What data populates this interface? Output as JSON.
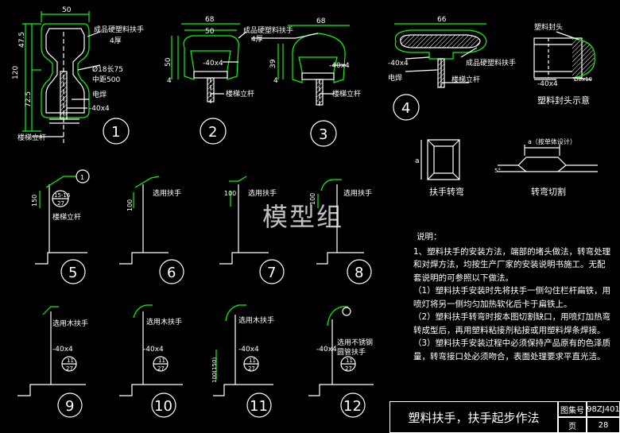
{
  "diagram": {
    "detail1": {
      "dims": [
        "50",
        "47.5",
        "120",
        "72.5"
      ],
      "labels": [
        "成品硬塑料扶手",
        "4厚",
        "Ø18长75",
        "中距500",
        "电焊",
        "-40x4",
        "楼梯立杆"
      ],
      "number": "1"
    },
    "detail2": {
      "dims": [
        "68",
        "50",
        "50",
        "4"
      ],
      "labels": [
        "-40x4",
        "楼梯立杆"
      ],
      "number": "2"
    },
    "detail3": {
      "dims": [
        "68",
        "39",
        "4"
      ],
      "labels": [
        "成品硬塑料扶手",
        "4厚",
        "-40x4",
        "楼梯立杆"
      ],
      "number": "3"
    },
    "detail4": {
      "dims": [
        "66"
      ],
      "labels": [
        "-40x4",
        "成品硬塑料扶手",
        "电焊",
        "楼梯立杆"
      ],
      "number": "4"
    },
    "endcap": {
      "labels": [
        "塑料封头",
        "-40x4",
        "Ø8x10"
      ],
      "caption": "塑料封头示意"
    },
    "bend": {
      "caption": "扶手转弯",
      "dim": "a"
    },
    "cut": {
      "caption": "转弯切割",
      "dim": "a（按单体设计）",
      "angle": "5°"
    },
    "detail5": {
      "labels": [
        "150",
        "15-16",
        "27",
        "楼梯立杆",
        "1"
      ],
      "number": "5"
    },
    "detail6": {
      "labels": [
        "选用扶手",
        "100"
      ],
      "number": "6"
    },
    "detail7": {
      "labels": [
        "100",
        "选用扶手"
      ],
      "number": "7"
    },
    "detail8": {
      "labels": [
        "100",
        "选用扶手"
      ],
      "number": "8"
    },
    "detail9": {
      "labels": [
        "选用木扶手",
        "-40x4",
        "11",
        "27"
      ],
      "number": "9"
    },
    "detail10": {
      "labels": [
        "选用木扶手",
        "-40x4",
        "11",
        "27"
      ],
      "number": "10"
    },
    "detail11": {
      "labels": [
        "选用木扶手",
        "-40x4",
        "11",
        "27",
        "100(150)"
      ],
      "number": "11"
    },
    "detail12": {
      "labels": [
        "选用不锈钢",
        "圆管扶手",
        "-40x4",
        "11",
        "27"
      ],
      "number": "12"
    }
  },
  "notes": {
    "title": "说明：",
    "lines": [
      "1、塑料扶手的安装方法，端部的堵头做法，转弯处理和对焊方法，均按生产厂家的安装说明书施工。无配套说明的可参照以下做法。",
      "（1）塑料扶手安装时先将扶手一侧勾住栏杆扁铁，用喷灯将另一侧均匀加热软化后卡于扁铁上。",
      "（2）塑料扶手转弯时按本图切割缺口，用喷灯加热弯转成型后，再用塑料粘接剂粘接或用塑料焊条焊接。",
      "（3）塑料扶手安装过程中必须保持产品原有的色泽质量，转弯接口处必须吻合，表面处理要求平直光洁。"
    ]
  },
  "watermark": "模型组",
  "titleblock": {
    "title": "塑料扶手，扶手起步作法",
    "atlas_label": "图集号",
    "atlas_value": "98ZJ401",
    "page_label": "页",
    "page_value": "28"
  }
}
